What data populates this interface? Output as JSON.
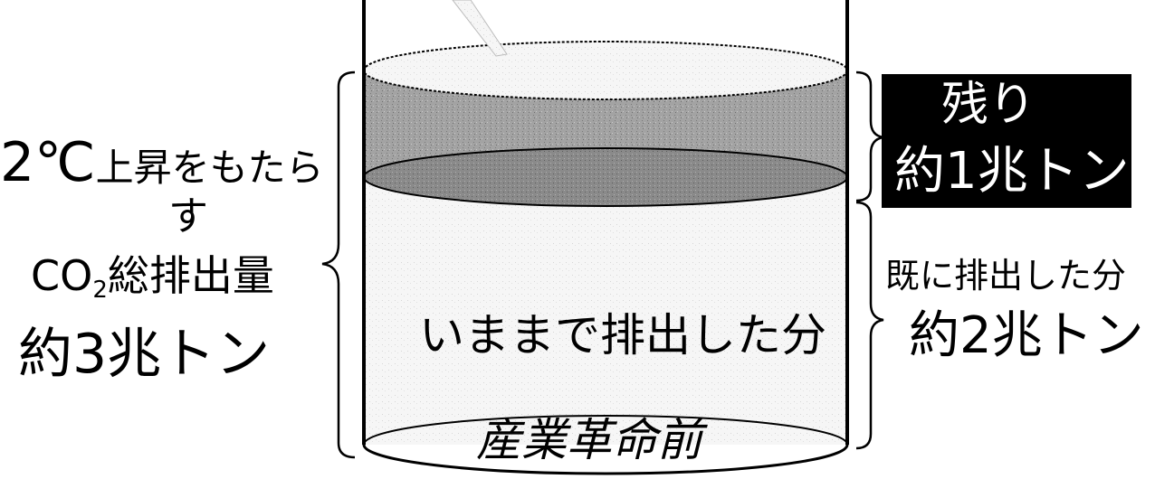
{
  "left": {
    "line1_big": "2℃",
    "line1_rest": "上昇をもたら",
    "line2": "す",
    "line3_co": "CO",
    "line3_sub": "2",
    "line3_rest": "総排出量",
    "amount": "約3兆トン"
  },
  "right": {
    "remaining_label": "残り",
    "remaining_amount": "約1兆トン",
    "emitted_label": "既に排出した分",
    "emitted_amount": "約2兆トン"
  },
  "center": {
    "emitted_so_far": "いままで排出した分",
    "bottom_label": "産業革命前"
  },
  "colors": {
    "remaining_box": "#000000",
    "remaining_text": "#ffffff",
    "liquid_fill": "#9a9a9a",
    "liquid_surface": "#8a8a8a"
  }
}
